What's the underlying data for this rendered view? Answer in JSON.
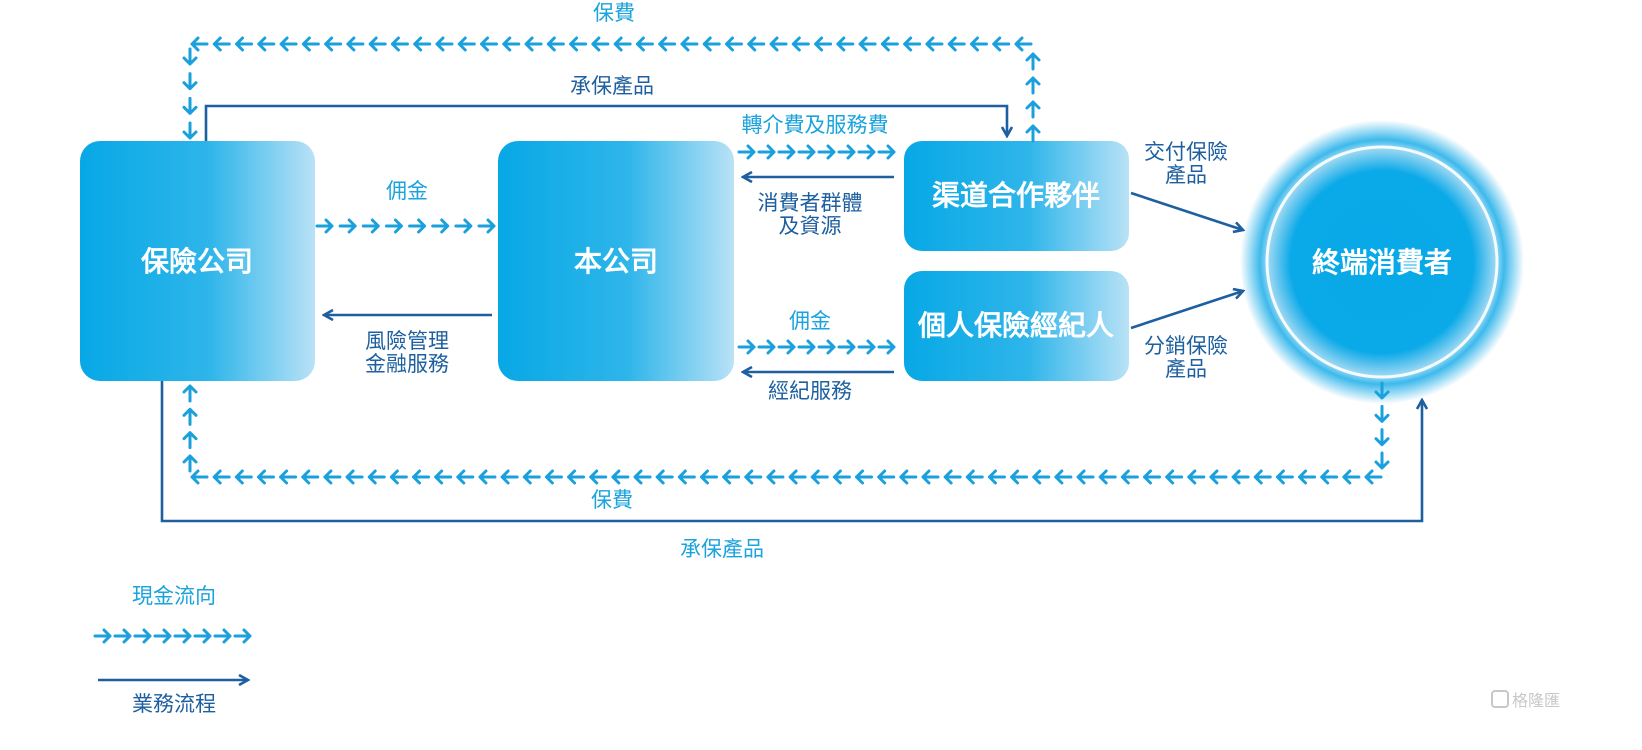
{
  "nodes": {
    "insurer": "保險公司",
    "company": "本公司",
    "channel": "渠道合作夥伴",
    "broker": "個人保險經紀人",
    "consumer": "終端消費者"
  },
  "labels": {
    "premium_top": "保費",
    "underwrite_top": "承保產品",
    "referral_fee": "轉介費及服務費",
    "commission_left": "佣金",
    "consumer_groups_1": "消費者群體",
    "consumer_groups_2": "及資源",
    "deliver_1": "交付保險",
    "deliver_2": "產品",
    "risk_mgmt_1": "風險管理",
    "risk_mgmt_2": "金融服務",
    "commission_right": "佣金",
    "brokerage": "經紀服務",
    "distribute_1": "分銷保險",
    "distribute_2": "產品",
    "premium_bottom": "保費",
    "underwrite_bottom": "承保產品"
  },
  "legend": {
    "cash_flow": "現金流向",
    "business_flow": "業務流程"
  },
  "watermark": "格隆匯",
  "colors": {
    "cash_flow": "#1aa3dc",
    "business_flow": "#1d5f9f",
    "box_dark": "#07a8e6",
    "box_light": "#b9e2f6",
    "consumer_core": "#08a9e8"
  }
}
